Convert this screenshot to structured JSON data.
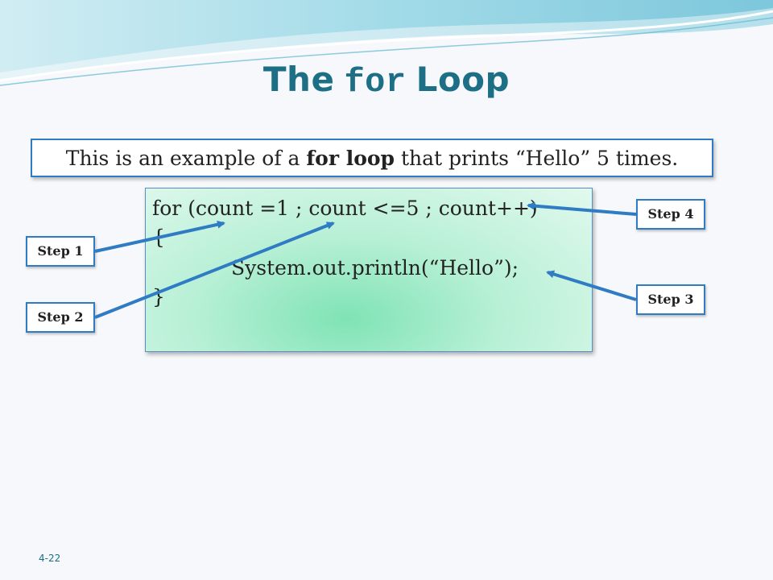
{
  "slide": {
    "title": {
      "before": "The",
      "code": "for",
      "after": "Loop"
    },
    "description": {
      "pre": "This is an example of a ",
      "bold": "for loop",
      "post": " that prints “Hello” 5 times."
    },
    "code_lines": [
      "for (count =1 ; count <=5 ; count++)",
      "{",
      "System.out.println(“Hello”);",
      "}"
    ],
    "steps": {
      "step1": "Step 1",
      "step2": "Step 2",
      "step3": "Step 3",
      "step4": "Step 4"
    },
    "page_number": "4-22",
    "colors": {
      "title": "#1d6f86",
      "box_border": "#2f7bc4",
      "arrow": "#2f7bc4",
      "code_background": "#b8f0d6"
    }
  }
}
